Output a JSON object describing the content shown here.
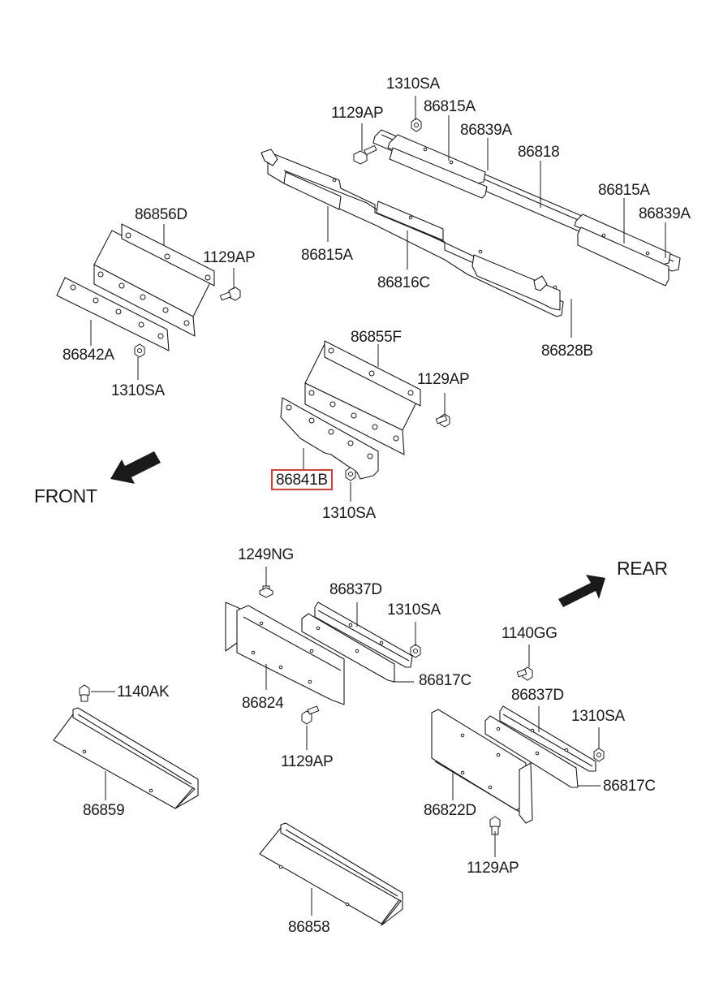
{
  "diagram": {
    "highlight_color": "#e53935",
    "line_color": "#1a1a1a",
    "directions": {
      "front": "FRONT",
      "rear": "REAR"
    },
    "labels": {
      "p1310SA_top": "1310SA",
      "p1129AP_top": "1129AP",
      "p86815A_top": "86815A",
      "p86839A_top": "86839A",
      "p86818": "86818",
      "p86815A_right": "86815A",
      "p86839A_right": "86839A",
      "p86815A_mid": "86815A",
      "p86816C": "86816C",
      "p86828B": "86828B",
      "p86856D": "86856D",
      "p1129AP_left": "1129AP",
      "p86842A": "86842A",
      "p1310SA_left": "1310SA",
      "p86855F": "86855F",
      "p1129AP_center": "1129AP",
      "p86841B": "86841B",
      "p1310SA_center": "1310SA",
      "p1249NG": "1249NG",
      "p86837D_left": "86837D",
      "p1310SA_lower": "1310SA",
      "p86817C_left": "86817C",
      "p86824": "86824",
      "p1129AP_lower": "1129AP",
      "p1140AK": "1140AK",
      "p86859": "86859",
      "p1140GG": "1140GG",
      "p86837D_right": "86837D",
      "p1310SA_right": "1310SA",
      "p86817C_right": "86817C",
      "p86822D": "86822D",
      "p1129AP_right": "1129AP",
      "p86858": "86858"
    }
  }
}
